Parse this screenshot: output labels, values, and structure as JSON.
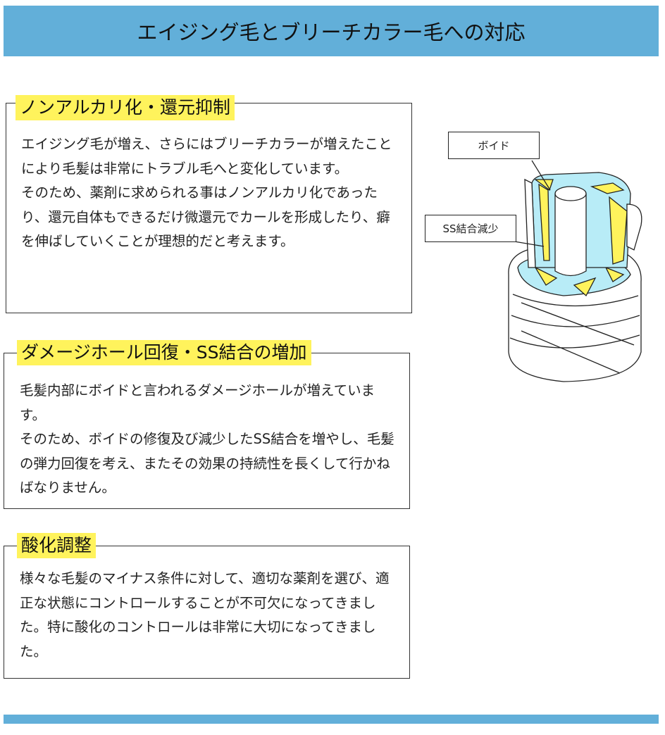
{
  "header": {
    "title": "エイジング毛とブリーチカラー毛への対応"
  },
  "sections": [
    {
      "title": "ノンアルカリ化・還元抑制",
      "paragraphs": [
        "エイジング毛が増え、さらにはブリーチカラーが増えたことにより毛髪は非常にトラブル毛へと変化しています。",
        "そのため、薬剤に求められる事はノンアルカリ化であったり、還元自体もできるだけ微還元でカールを形成したり、癖を伸ばしていくことが理想的だと考えます。"
      ]
    },
    {
      "title": "ダメージホール回復・SS結合の増加",
      "paragraphs": [
        "毛髪内部にボイドと言われるダメージホールが増えています。",
        "そのため、ボイドの修復及び減少したSS結合を増やし、毛髪の弾力回復を考え、またその効果の持続性を長くして行かねばなりません。"
      ]
    },
    {
      "title": "酸化調整",
      "paragraphs": [
        "様々な毛髪のマイナス条件に対して、適切な薬剤を選び、適正な状態にコントロールすることが不可欠になってきました。特に酸化のコントロールは非常に大切になってきました。"
      ]
    }
  ],
  "diagram": {
    "callout_void": "ボイド",
    "callout_ss": "SS結合減少"
  },
  "colors": {
    "header": "#62afd9",
    "highlight": "#fff35c",
    "cortex": "#b8ecf7"
  }
}
